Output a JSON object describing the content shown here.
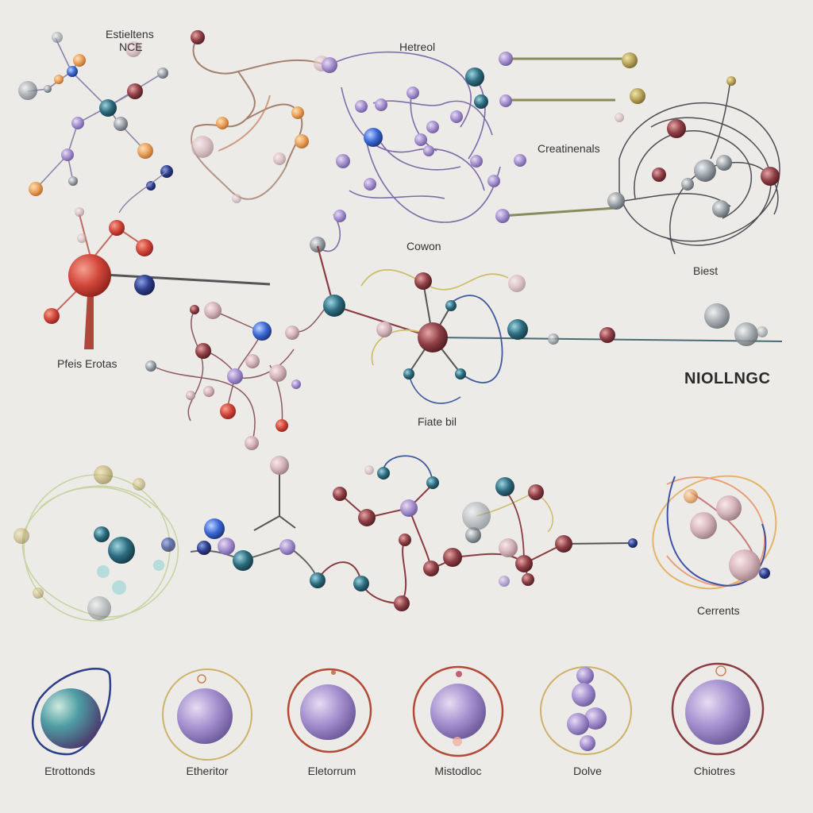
{
  "labels": {
    "top_left": "Estieltens",
    "top_left_sub": "NCE",
    "top_center": "Hetreol",
    "center_right": "Creatinenals",
    "center": "Cowon",
    "right_mid": "Biest",
    "left_mid": "Pfeis Erotas",
    "center_mid": "Fiate bil",
    "title_right": "NIOLLNGC",
    "lower_right": "Cerrents"
  },
  "bottom_row": [
    {
      "label": "Etrottonds"
    },
    {
      "label": "Etheritor"
    },
    {
      "label": "Eletorrum"
    },
    {
      "label": "Mistodloc"
    },
    {
      "label": "Dolve"
    },
    {
      "label": "Chiotres"
    }
  ],
  "colors": {
    "background": "#ecebe8",
    "node_purple": "#7a6aa6",
    "node_red": "#c8413a",
    "node_navy": "#2c3f7d",
    "node_teal": "#2f5f6e",
    "node_maroon": "#8a3c42",
    "bond": "#8a7a86"
  }
}
